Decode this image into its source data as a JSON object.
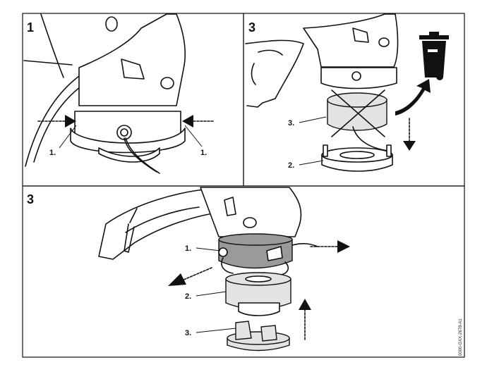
{
  "panels": [
    {
      "number": "1",
      "callouts": [
        "1.",
        "1."
      ]
    },
    {
      "number": "3",
      "callouts": [
        "3.",
        "2."
      ]
    },
    {
      "number": "3",
      "callouts": [
        "1.",
        "2.",
        "3."
      ]
    }
  ],
  "doc_code": "0000-GXX-2678-A1",
  "icons": [
    "recycle-bin-icon",
    "arrow-icon",
    "cross-mark-icon"
  ],
  "colors": {
    "line": "#111111",
    "grey_part": "#9a9a9a",
    "light_part": "#e3e3e3"
  }
}
